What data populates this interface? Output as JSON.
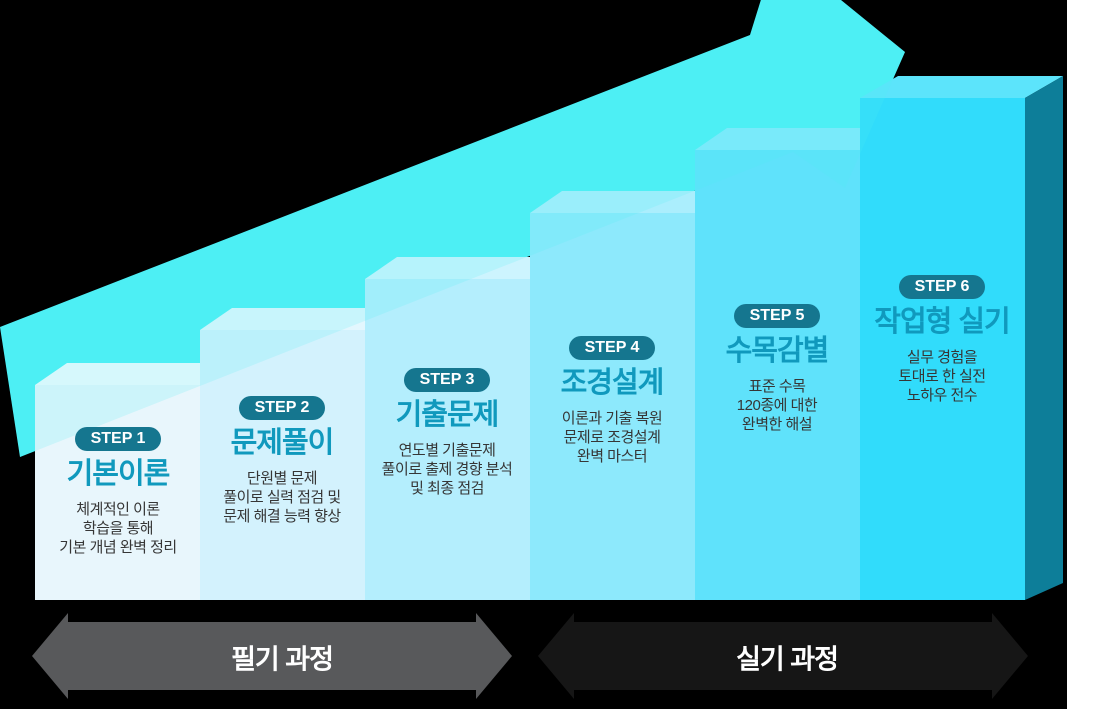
{
  "colors": {
    "page": "#ffffff",
    "bg": "#000000",
    "arrow": "#4deff5",
    "badge": "#15768f",
    "badgeText": "#ffffff",
    "title": "#1099bd",
    "desc": "#363636",
    "label": "#ffffff"
  },
  "steps": [
    {
      "badge": "STEP 1",
      "title": "기본이론",
      "desc": [
        "체계적인 이론",
        "학습을 통해",
        "기본 개념 완벽 정리"
      ],
      "front": "#e8f6fc",
      "top": "#f4fbfe"
    },
    {
      "badge": "STEP 2",
      "title": "문제풀이",
      "desc": [
        "단원별 문제",
        "풀이로 실력 점검 및",
        "문제 해결 능력 향상"
      ],
      "front": "#d3f2fd",
      "top": "#e3f7fe"
    },
    {
      "badge": "STEP 3",
      "title": "기출문제",
      "desc": [
        "연도별 기출문제",
        "풀이로 출제 경향 분석",
        "및 최종 점검"
      ],
      "front": "#b4eefd",
      "top": "#cdf4fe"
    },
    {
      "badge": "STEP 4",
      "title": "조경설계",
      "desc": [
        "이론과 기출 복원",
        "문제로 조경설계",
        "완벽 마스터"
      ],
      "front": "#8de9fc",
      "top": "#abeefd"
    },
    {
      "badge": "STEP 5",
      "title": "수목감별",
      "desc": [
        "표준 수목",
        "120종에 대한",
        "완벽한 해설"
      ],
      "front": "#5fe2fb",
      "top": "#83e9fc"
    },
    {
      "badge": "STEP 6",
      "title": "작업형 실기",
      "desc": [
        "실무 경험을",
        "토대로 한 실전",
        "노하우 전수"
      ],
      "front": "#31dcfb",
      "top": "#5ce4fb",
      "side": "#0d7e99"
    }
  ],
  "bottom_arrows": [
    {
      "label": "필기 과정",
      "color": "#58595b"
    },
    {
      "label": "실기 과정",
      "color": "#161616"
    }
  ]
}
